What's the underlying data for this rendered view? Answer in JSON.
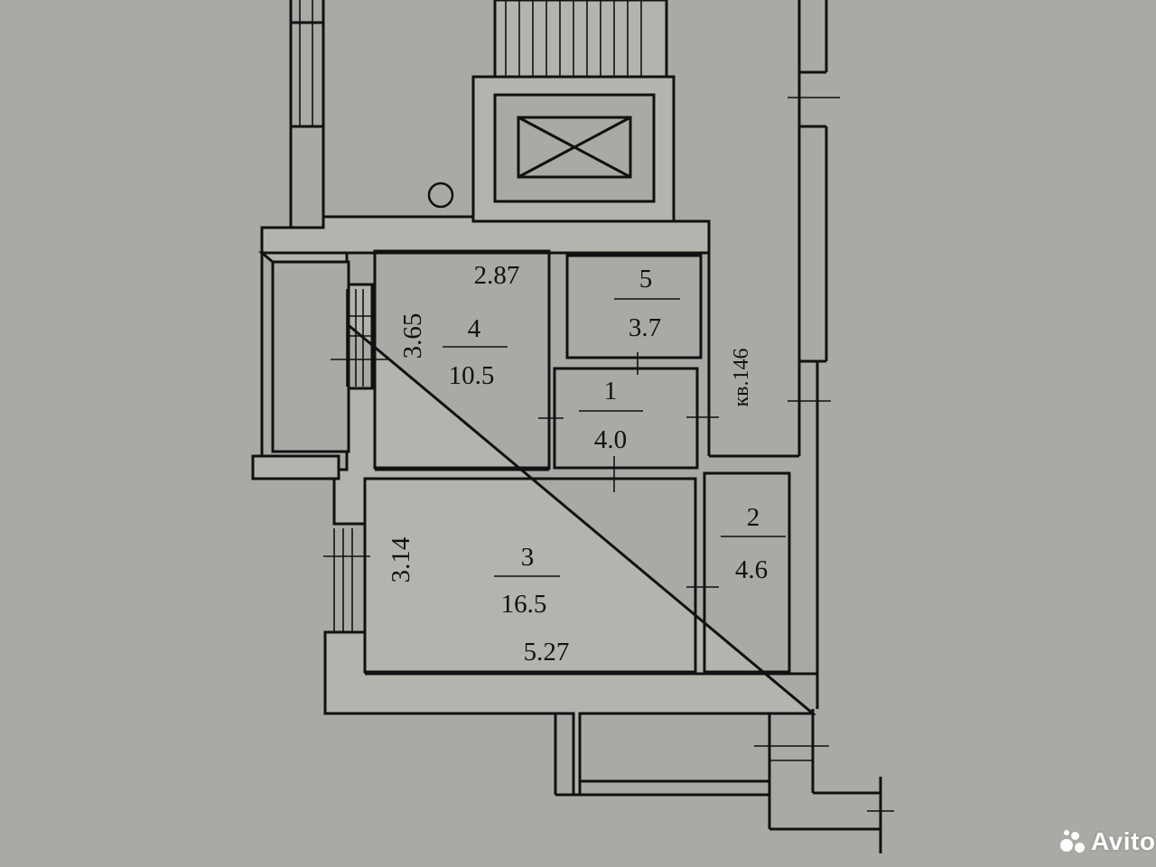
{
  "plan": {
    "apartment_label": "кв.146",
    "rooms": [
      {
        "id": "1",
        "number": "1",
        "area": "4.0"
      },
      {
        "id": "2",
        "number": "2",
        "area": "4.6"
      },
      {
        "id": "3",
        "number": "3",
        "area": "16.5"
      },
      {
        "id": "4",
        "number": "4",
        "area": "10.5"
      },
      {
        "id": "5",
        "number": "5",
        "area": "3.7"
      }
    ],
    "dimensions": {
      "room4_width": "2.87",
      "room4_depth": "3.65",
      "room3_depth": "3.14",
      "room3_width": "5.27"
    }
  },
  "watermark": {
    "text": "Avito"
  },
  "colors": {
    "paper": "#a9a9a6",
    "ink": "#111111",
    "watermark": "#ffffff"
  }
}
